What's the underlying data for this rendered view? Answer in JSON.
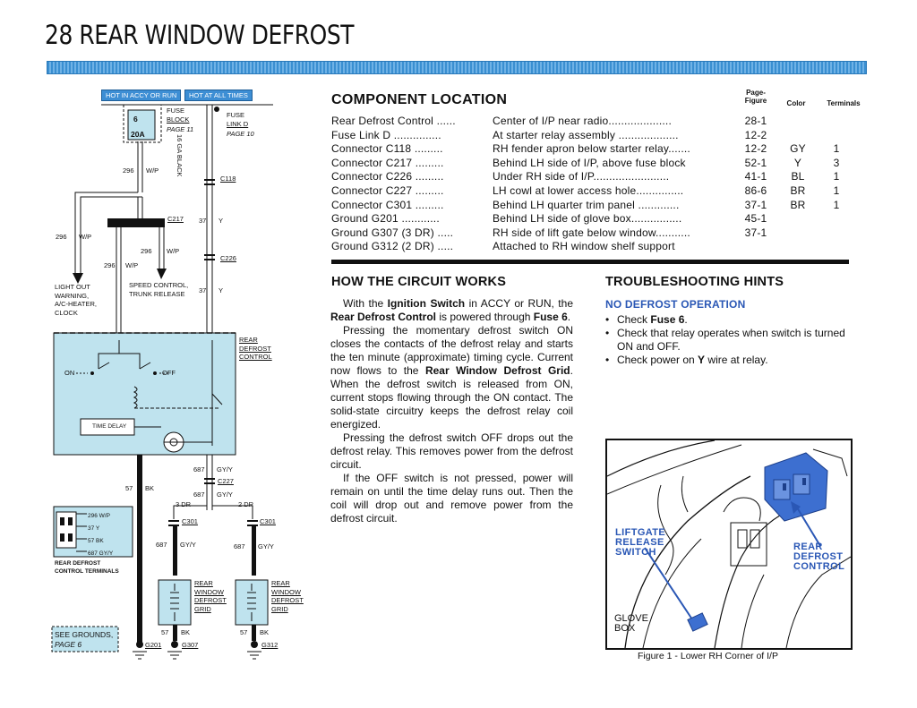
{
  "header": {
    "title": "28 REAR WINDOW DEFROST"
  },
  "diagram": {
    "hot_labels": [
      "HOT IN ACCY OR RUN",
      "HOT AT ALL TIMES"
    ],
    "fuse_block": {
      "num": "6",
      "amps": "20A",
      "label1": "FUSE",
      "label2": "BLOCK",
      "page": "PAGE 11"
    },
    "fuse_link": {
      "label1": "FUSE",
      "label2": "LINK D",
      "page": "PAGE 10",
      "wire": "16 GA BLACK"
    },
    "wires": {
      "w296": "296",
      "wp": "W/P",
      "w37": "37",
      "y": "Y",
      "w57": "57",
      "bk": "BK",
      "w687": "687",
      "gyy": "GY/Y"
    },
    "connectors": {
      "c118": "C118",
      "c217": "C217",
      "c226": "C226",
      "c227": "C227",
      "c301": "C301"
    },
    "light_out_label": [
      "LIGHT OUT",
      "WARNING,",
      "A/C-HEATER,",
      "CLOCK"
    ],
    "speed_control": [
      "SPEED CONTROL,",
      "TRUNK RELEASE"
    ],
    "rear_defrost_control": [
      "REAR",
      "DEFROST",
      "CONTROL"
    ],
    "switch_on": "ON",
    "switch_off": "OFF",
    "time_delay": "TIME DELAY",
    "dr3": "3 DR",
    "dr2": "2 DR",
    "terminals_legend": [
      "296 W/P",
      "37 Y",
      "57 BK",
      "687 GY/Y"
    ],
    "terminals_caption": [
      "REAR DEFROST",
      "CONTROL TERMINALS"
    ],
    "grid_label": [
      "REAR",
      "WINDOW",
      "DEFROST",
      "GRID"
    ],
    "grounds": {
      "g201": "G201",
      "g307": "G307",
      "g312": "G312"
    },
    "see_grounds": [
      "SEE GROUNDS,",
      "PAGE 6"
    ]
  },
  "component_location": {
    "heading": "COMPONENT LOCATION",
    "col_page_figure": [
      "Page-",
      "Figure"
    ],
    "col_color": "Color",
    "col_terminals": "Terminals",
    "rows": [
      {
        "name": "Rear Defrost Control ......",
        "location": "Center of I/P near radio....................",
        "page": "28-1",
        "color": "",
        "terminals": ""
      },
      {
        "name": "Fuse Link D ...............",
        "location": "At starter relay assembly ...................",
        "page": "12-2",
        "color": "",
        "terminals": ""
      },
      {
        "name": "Connector C118 .........",
        "location": "RH fender apron below starter relay.......",
        "page": "12-2",
        "color": "GY",
        "terminals": "1"
      },
      {
        "name": "Connector C217 .........",
        "location": "Behind LH side of I/P, above fuse block",
        "page": "52-1",
        "color": "Y",
        "terminals": "3"
      },
      {
        "name": "Connector C226 .........",
        "location": "Under RH side of I/P........................",
        "page": "41-1",
        "color": "BL",
        "terminals": "1"
      },
      {
        "name": "Connector C227 .........",
        "location": "LH cowl at lower access hole...............",
        "page": "86-6",
        "color": "BR",
        "terminals": "1"
      },
      {
        "name": "Connector C301 .........",
        "location": "Behind LH quarter trim panel .............",
        "page": "37-1",
        "color": "BR",
        "terminals": "1"
      },
      {
        "name": "Ground G201 ............",
        "location": "Behind LH side of glove box................",
        "page": "45-1",
        "color": "",
        "terminals": ""
      },
      {
        "name": "Ground G307 (3 DR) .....",
        "location": "RH side of lift gate below window...........",
        "page": "37-1",
        "color": "",
        "terminals": ""
      },
      {
        "name": "Ground G312 (2 DR) .....",
        "location": "Attached to RH window shelf support",
        "page": "",
        "color": "",
        "terminals": ""
      }
    ]
  },
  "how_circuit_works": {
    "heading": "HOW THE CIRCUIT WORKS",
    "p1": [
      "With the ",
      "Ignition Switch",
      " in ACCY or RUN, the ",
      "Rear Defrost Control",
      " is powered through ",
      "Fuse 6",
      "."
    ],
    "p2": [
      "Pressing the momentary defrost switch ON closes the contacts of the defrost relay and starts the ten minute (approximate) timing cycle. Current now flows to the ",
      "Rear Window Defrost Grid",
      ". When the defrost switch is released from ON, current stops flowing through the ON contact. The solid-state circuitry keeps the defrost relay coil energized."
    ],
    "p3": "Pressing the defrost switch OFF drops out the defrost relay. This removes power from the defrost circuit.",
    "p4": "If the OFF switch is not pressed, power will remain on until the time delay runs out. Then the coil will drop out and remove power from the defrost circuit."
  },
  "troubleshooting": {
    "heading": "TROUBLESHOOTING HINTS",
    "subheading": "NO DEFROST OPERATION",
    "tips": [
      [
        "Check ",
        "Fuse 6",
        "."
      ],
      [
        "Check that relay operates when switch is turned ON and OFF.",
        "",
        ""
      ],
      [
        "Check power on ",
        "Y",
        " wire at relay."
      ]
    ]
  },
  "figure": {
    "labels": {
      "liftgate": [
        "LIFTGATE",
        "RELEASE",
        "SWITCH"
      ],
      "rear_defrost": [
        "REAR",
        "DEFROST",
        "CONTROL"
      ],
      "glove_box": [
        "GLOVE",
        "BOX"
      ]
    },
    "caption": "Figure 1 - Lower RH Corner of I/P"
  },
  "colors": {
    "accent_blue": "#3d8ed4",
    "diagram_fill": "#bfe3ee",
    "label_blue": "#2a57b5"
  }
}
